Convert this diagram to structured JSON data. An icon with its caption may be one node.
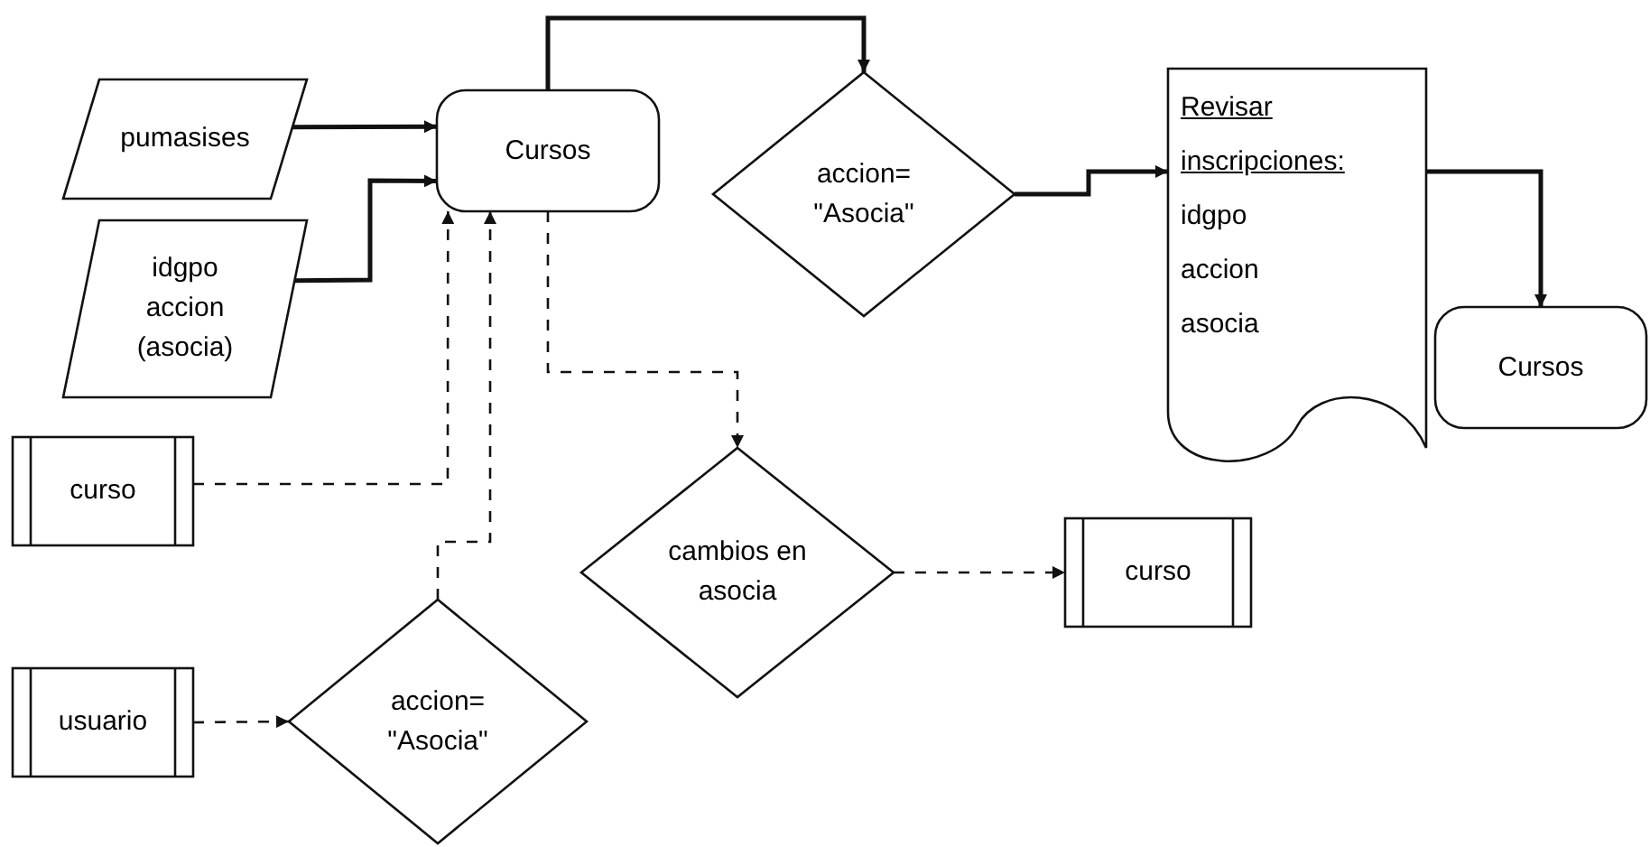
{
  "diagram": {
    "nodes": [
      {
        "text": [
          "pumasises"
        ]
      },
      {
        "text": [
          "idgpo accion (asocia)"
        ]
      },
      {
        "text": [
          "Cursos"
        ]
      },
      {
        "text": [
          "accion= \"Asocia\""
        ]
      },
      {
        "text": [
          "Revisar inscripciones:",
          "idgpo",
          "accion",
          "asocia"
        ]
      },
      {
        "text": [
          "Cursos"
        ]
      },
      {
        "text": [
          "curso"
        ]
      },
      {
        "text": [
          "cambios en asocia"
        ]
      },
      {
        "text": [
          "curso"
        ]
      },
      {
        "text": [
          "usuario"
        ]
      },
      {
        "text": [
          "accion= \"Asocia\""
        ]
      }
    ],
    "edges": [
      {
        "from": 0,
        "to": 2,
        "arrow": "to"
      },
      {
        "from": 1,
        "to": 2,
        "arrow": "to"
      },
      {
        "from": 2,
        "to": 3,
        "arrow": "to"
      },
      {
        "from": 3,
        "to": 4,
        "arrow": "to"
      },
      {
        "from": 4,
        "to": 5,
        "arrow": "to"
      },
      {
        "from": 6,
        "to": 2,
        "arrow": "to",
        "style": "dashed"
      },
      {
        "from": 10,
        "to": 2,
        "arrow": "to",
        "style": "dashed"
      },
      {
        "from": 2,
        "to": 7,
        "arrow": "to",
        "style": "dashed"
      },
      {
        "from": 7,
        "to": 8,
        "arrow": "to",
        "style": "dashed"
      },
      {
        "from": 9,
        "to": 10,
        "arrow": "to",
        "style": "dashed"
      }
    ]
  }
}
